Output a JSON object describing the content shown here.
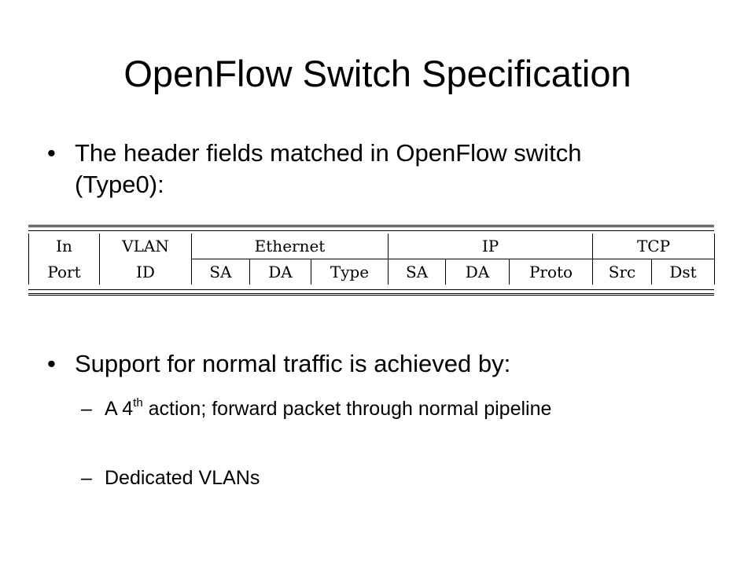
{
  "slide": {
    "title": "OpenFlow Switch Specification"
  },
  "bullets": [
    {
      "symbol": "•",
      "text": "The header fields matched in OpenFlow switch (Type0):"
    },
    {
      "symbol": "•",
      "text": "Support for normal traffic is achieved by:"
    }
  ],
  "sub_bullets": [
    {
      "symbol": "–",
      "text_before": "A 4",
      "superscript": "th",
      "text_after": " action; forward packet through normal pipeline"
    },
    {
      "symbol": "–",
      "text": "Dedicated VLANs"
    }
  ],
  "header_table": {
    "groups": [
      {
        "label": "In",
        "sub": [
          "Port"
        ]
      },
      {
        "label": "VLAN",
        "sub": [
          "ID"
        ]
      },
      {
        "label": "Ethernet",
        "sub": [
          "SA",
          "DA",
          "Type"
        ]
      },
      {
        "label": "IP",
        "sub": [
          "SA",
          "DA",
          "Proto"
        ]
      },
      {
        "label": "TCP",
        "sub": [
          "Src",
          "Dst"
        ]
      }
    ]
  }
}
